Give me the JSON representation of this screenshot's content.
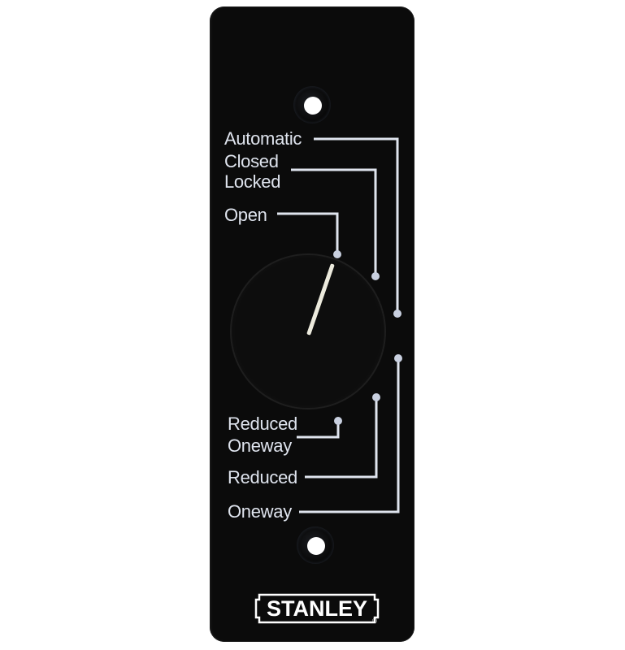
{
  "device": {
    "type": "door mode selector switch plate",
    "brand": "STANLEY",
    "registered_mark": "®",
    "plate_color": "#0b0b0b",
    "text_color": "#dfe4ee"
  },
  "selector": {
    "current_position": "Open",
    "positions_top": [
      {
        "label": "Automatic"
      },
      {
        "label": "Closed"
      },
      {
        "label": "Locked"
      },
      {
        "label": "Open"
      }
    ],
    "positions_bottom": [
      {
        "label": "Reduced"
      },
      {
        "label": "Oneway"
      },
      {
        "label": "Reduced"
      },
      {
        "label": "Oneway"
      }
    ]
  }
}
